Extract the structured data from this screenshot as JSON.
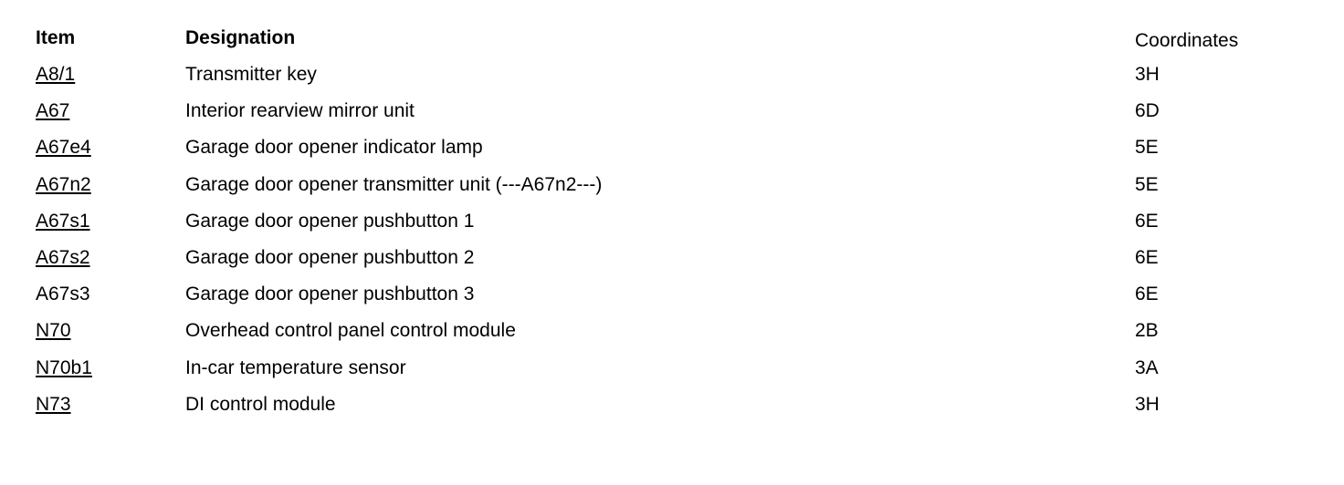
{
  "headers": {
    "item": "Item",
    "designation": "Designation",
    "coordinates": "Coordinates"
  },
  "rows": [
    {
      "item": "A8/1",
      "designation": "Transmitter key",
      "coordinates": "3H",
      "linked": true
    },
    {
      "item": "A67",
      "designation": "Interior rearview mirror unit",
      "coordinates": "6D",
      "linked": true
    },
    {
      "item": "A67e4",
      "designation": "Garage door opener indicator lamp",
      "coordinates": "5E",
      "linked": true
    },
    {
      "item": "A67n2",
      "designation": "Garage door opener transmitter unit (---A67n2---)",
      "coordinates": "5E",
      "linked": true
    },
    {
      "item": "A67s1",
      "designation": "Garage door opener pushbutton 1",
      "coordinates": "6E",
      "linked": true
    },
    {
      "item": "A67s2",
      "designation": "Garage door opener pushbutton 2",
      "coordinates": "6E",
      "linked": true
    },
    {
      "item": "A67s3",
      "designation": "Garage door opener pushbutton 3",
      "coordinates": "6E",
      "linked": false
    },
    {
      "item": "N70",
      "designation": "Overhead control panel control module",
      "coordinates": "2B",
      "linked": true
    },
    {
      "item": "N70b1",
      "designation": "In-car temperature sensor",
      "coordinates": "3A",
      "linked": true
    },
    {
      "item": "N73",
      "designation": "DI control module",
      "coordinates": "3H",
      "linked": true
    }
  ]
}
